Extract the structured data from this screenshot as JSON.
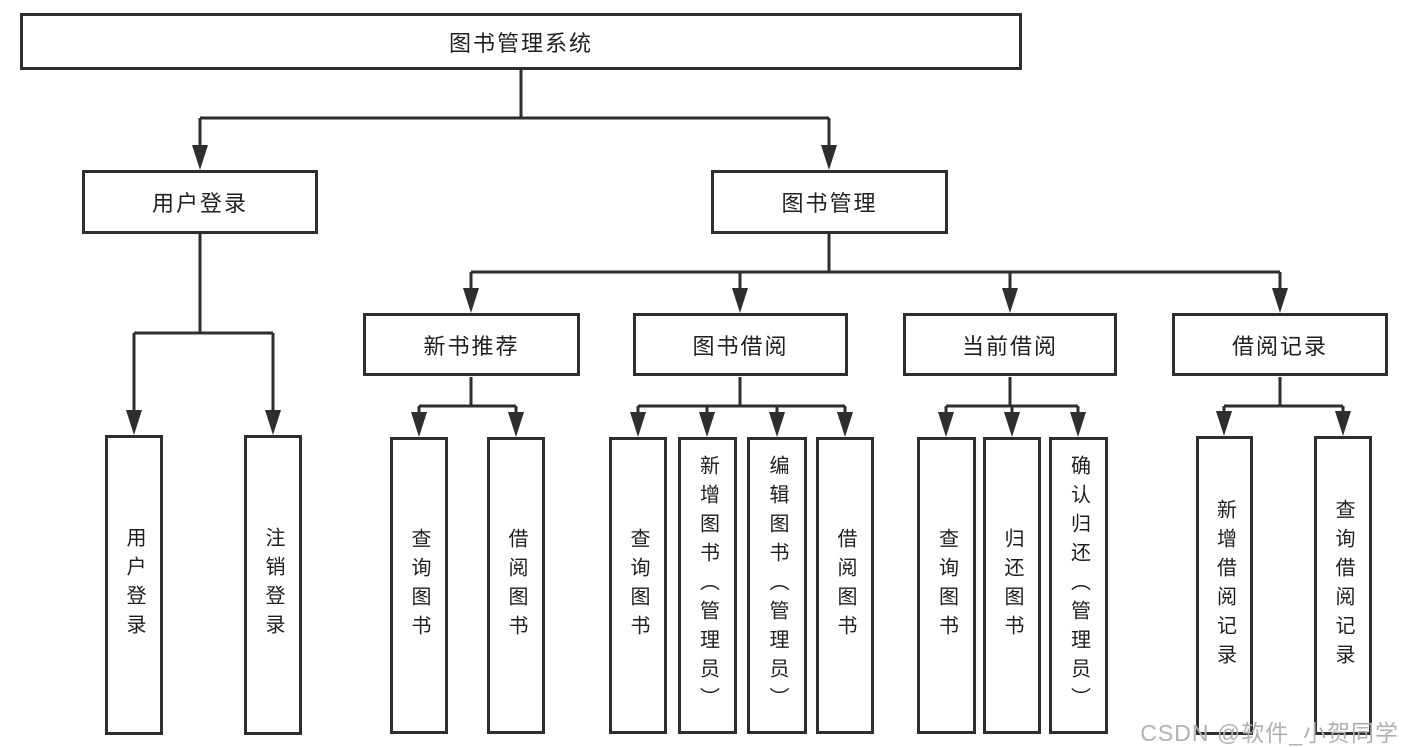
{
  "nodes": {
    "root": {
      "label": "图书管理系统"
    },
    "branches": [
      {
        "label": "用户登录"
      },
      {
        "label": "图书管理"
      }
    ],
    "modules": [
      {
        "label": "新书推荐"
      },
      {
        "label": "图书借阅"
      },
      {
        "label": "当前借阅"
      },
      {
        "label": "借阅记录"
      }
    ],
    "functions": [
      {
        "label": "用户登录"
      },
      {
        "label": "注销登录"
      },
      {
        "label": "查询图书"
      },
      {
        "label": "借阅图书"
      },
      {
        "label": "查询图书"
      },
      {
        "label": "新增图书（管理员）"
      },
      {
        "label": "编辑图书（管理员）"
      },
      {
        "label": "借阅图书"
      },
      {
        "label": "查询图书"
      },
      {
        "label": "归还图书"
      },
      {
        "label": "确认归还（管理员）"
      },
      {
        "label": "新增借阅记录"
      },
      {
        "label": "查询借阅记录"
      }
    ]
  },
  "watermark": {
    "text": "CSDN @软件_小贺同学"
  },
  "colors": {
    "line": "#2e2e2e",
    "text": "#1f1f1f",
    "background": "#ffffff",
    "watermark": "#b0b0b0"
  }
}
